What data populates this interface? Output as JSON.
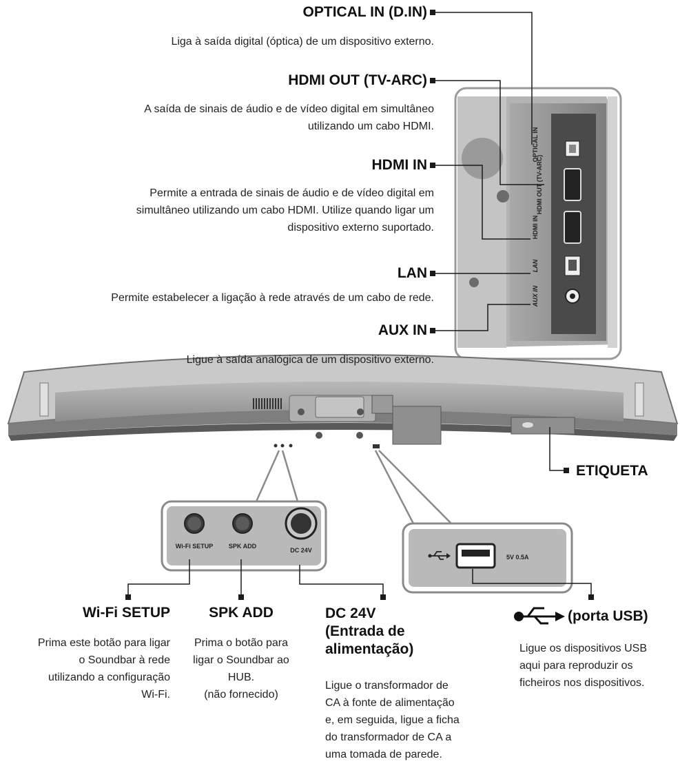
{
  "top_labels": [
    {
      "id": "optical",
      "heading": "OPTICAL IN (D.IN)",
      "description": [
        "Liga à saída digital (óptica) de um dispositivo externo."
      ]
    },
    {
      "id": "hdmi_out",
      "heading": "HDMI OUT (TV-ARC)",
      "description": [
        "A saída de sinais de áudio e de vídeo digital em simultâneo",
        "utilizando um cabo HDMI."
      ]
    },
    {
      "id": "hdmi_in",
      "heading": "HDMI IN",
      "description": [
        "Permite a entrada de sinais de áudio e de vídeo digital em",
        "simultâneo utilizando um cabo HDMI. Utilize quando ligar um",
        "dispositivo externo suportado."
      ]
    },
    {
      "id": "lan",
      "heading": "LAN",
      "description": [
        "Permite estabelecer a ligação à rede através de um cabo de rede."
      ]
    },
    {
      "id": "aux_in",
      "heading": "AUX IN",
      "description": [
        "Ligue à saída analógica de um dispositivo externo."
      ]
    }
  ],
  "port_panel_labels": {
    "optical": "OPTICAL IN",
    "hdmi_out": "HDMI OUT (TV-ARC)",
    "hdmi_in": "HDMI IN",
    "lan": "LAN",
    "aux": "AUX IN"
  },
  "etiqueta": "ETIQUETA",
  "left_panel_labels": {
    "wifi": "Wi-Fi SETUP",
    "spk": "SPK ADD",
    "dc": "DC 24V"
  },
  "usb_panel_label": "5V 0.5A",
  "bottom_items": [
    {
      "id": "wifi",
      "heading": [
        "Wi-Fi SETUP"
      ],
      "description": [
        "Prima este botão para ligar",
        "o Soundbar à rede",
        "utilizando a configuração",
        "Wi-Fi."
      ]
    },
    {
      "id": "spk",
      "heading": [
        "SPK ADD"
      ],
      "description": [
        "Prima o botão para",
        "ligar o Soundbar ao",
        "HUB.",
        "(não fornecido)"
      ]
    },
    {
      "id": "dc",
      "heading": [
        "DC 24V",
        "(Entrada de",
        "alimentação)"
      ],
      "description": [
        "Ligue o transformador de",
        "CA à fonte de alimentação",
        "e, em seguida, ligue a ficha",
        "do transformador de CA a",
        "uma tomada de parede."
      ]
    },
    {
      "id": "usb",
      "heading": [
        "(porta USB)"
      ],
      "description": [
        "Ligue os dispositivos USB",
        "aqui para reproduzir os",
        "ficheiros nos dispositivos."
      ]
    }
  ]
}
